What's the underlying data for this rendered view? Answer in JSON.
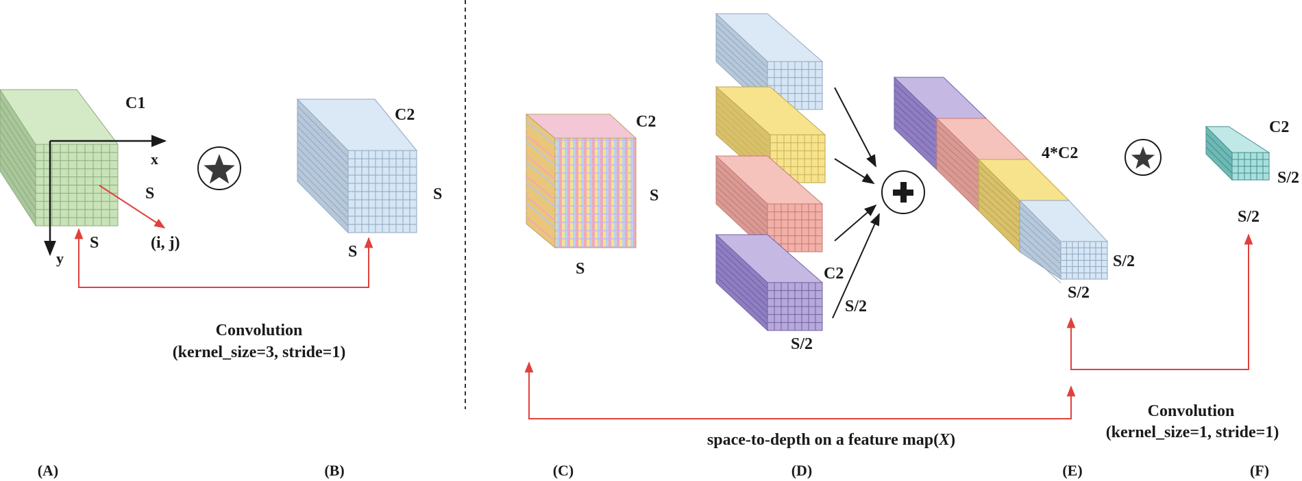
{
  "colors": {
    "green": "#c9e3b8",
    "blue": "#d6e6f5",
    "yellow": "#f7e38b",
    "red": "#f2b0a9",
    "purple": "#b7a8d9",
    "cyan": "#a8dfdc",
    "arrow_red": "#e0413b",
    "dark": "#1a1a1a"
  },
  "panel_A": {
    "channels": "C1",
    "x_axis": "x",
    "y_axis": "y",
    "size_w": "S",
    "size_h": "S",
    "pixel": "(i, j)"
  },
  "panel_B": {
    "channels": "C2",
    "size_w": "S",
    "size_h": "S"
  },
  "conv1": {
    "title": "Convolution",
    "params": "(kernel_size=3, stride=1)"
  },
  "panel_C": {
    "channels": "C2",
    "size_w": "S",
    "size_h": "S"
  },
  "panel_D": {
    "channels": "C2",
    "depth": "S/2",
    "width": "S/2"
  },
  "panel_E": {
    "channels": "4*C2",
    "size_h": "S/2",
    "size_w": "S/2"
  },
  "conv2": {
    "title": "Convolution",
    "params": "(kernel_size=1, stride=1)"
  },
  "panel_F": {
    "channels": "C2",
    "size_h": "S/2",
    "size_w": "S/2"
  },
  "std_caption": {
    "text": "space-to-depth on a feature map(",
    "var": "X",
    "close": ")"
  },
  "panels": {
    "a": "(A)",
    "b": "(B)",
    "c": "(C)",
    "d": "(D)",
    "e": "(E)",
    "f": "(F)"
  },
  "icons": [
    "star-convolution-icon",
    "plus-add-icon"
  ]
}
